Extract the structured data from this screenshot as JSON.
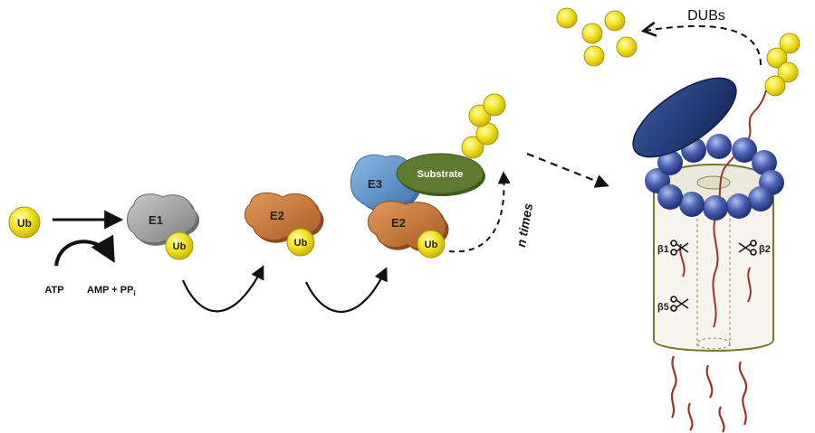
{
  "colors": {
    "ubiquitin": "#F2E21F",
    "ubiquitin_stroke": "#A89A12",
    "e1": "#9E9E9E",
    "e2": "#C8753A",
    "e3": "#5E93C9",
    "substrate": "#5E7A2E",
    "proteasome_cap": "#233E7A",
    "proteasome_ring": "#4A5FB0",
    "cylinder_edge": "#6E7A2F",
    "peptide": "#9A3428",
    "arrow": "#111111"
  },
  "labels": {
    "ub": "Ub",
    "atp": "ATP",
    "amp": "AMP + PP",
    "amp_sub": "i",
    "e1": "E1",
    "e2": "E2",
    "e3": "E3",
    "substrate": "Substrate",
    "n_times": "n times",
    "dubs": "DUBs",
    "beta1": "β1",
    "beta2": "β2",
    "beta5": "β5"
  }
}
